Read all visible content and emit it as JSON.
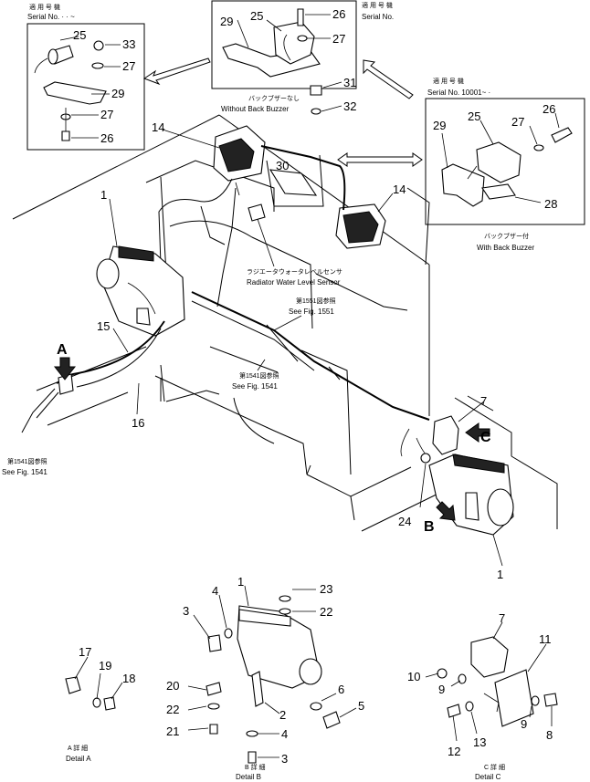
{
  "inset_serial_left": {
    "jp": "適 用 号 機",
    "en": "Serial No.  ·  ·  ~"
  },
  "inset_top_center": {
    "jp": "適 用 号 機",
    "en": "Serial No."
  },
  "inset_right": {
    "jp": "適 用 号 機",
    "en": "Serial No. 10001~  ·",
    "caption_jp": "バックブザー付",
    "caption_en": "With Back Buzzer"
  },
  "without_buzzer": {
    "jp": "バックブザーなし",
    "en": "Without Back Buzzer"
  },
  "radiator": {
    "jp": "ラジエータウォータレベルセンサ",
    "en": "Radiator Water Level Sensor"
  },
  "ref_1551": {
    "jp": "第1551図参照",
    "en": "See Fig. 1551"
  },
  "ref_1541_mid": {
    "jp": "第1541図参照",
    "en": "See Fig. 1541"
  },
  "ref_1541_left": {
    "jp": "第1541図参照",
    "en": "See Fig. 1541"
  },
  "detail_a": {
    "jp": "A 詳 細",
    "en": "Detail A"
  },
  "detail_b": {
    "jp": "B 詳 細",
    "en": "Detail B"
  },
  "detail_c": {
    "jp": "C 詳 細",
    "en": "Detail C"
  },
  "view_letters": {
    "a": "A",
    "b": "B",
    "c": "C"
  },
  "callouts": {
    "n1a": "1",
    "n1b": "1",
    "n1c": "1",
    "n2": "2",
    "n3a": "3",
    "n3b": "3",
    "n4a": "4",
    "n4b": "4",
    "n5": "5",
    "n6": "6",
    "n7a": "7",
    "n7b": "7",
    "n8": "8",
    "n9a": "9",
    "n9b": "9",
    "n10": "10",
    "n11": "11",
    "n12": "12",
    "n13": "13",
    "n14a": "14",
    "n14b": "14",
    "n15": "15",
    "n16": "16",
    "n17": "17",
    "n18": "18",
    "n19": "19",
    "n20": "20",
    "n21": "21",
    "n22a": "22",
    "n22b": "22",
    "n23": "23",
    "n24": "24",
    "n25a": "25",
    "n25b": "25",
    "n25c": "25",
    "n26a": "26",
    "n26b": "26",
    "n26c": "26",
    "n27a": "27",
    "n27b": "27",
    "n27c": "27",
    "n27d": "27",
    "n28": "28",
    "n29a": "29",
    "n29b": "29",
    "n29c": "29",
    "n30": "30",
    "n31": "31",
    "n32": "32",
    "n33": "33"
  }
}
